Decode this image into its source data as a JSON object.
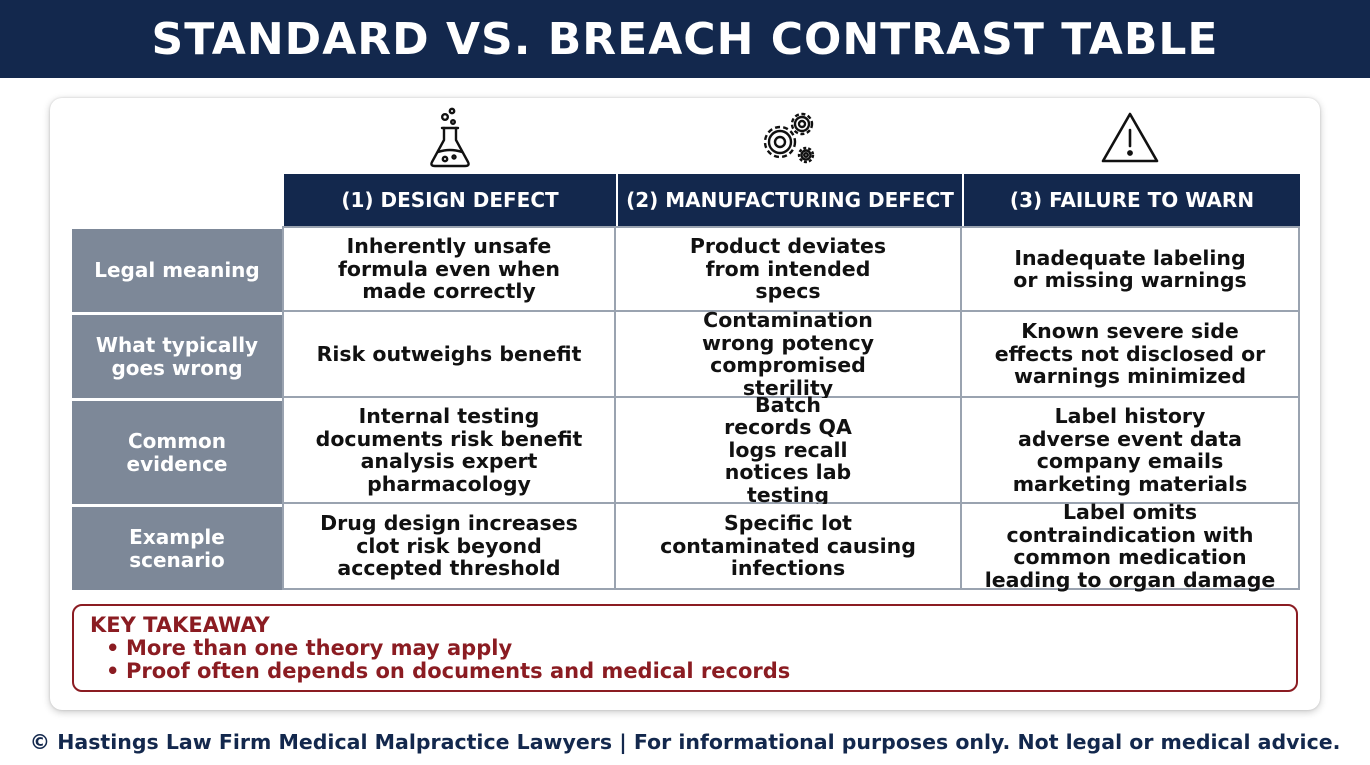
{
  "header": {
    "title": "STANDARD VS. BREACH CONTRAST TABLE"
  },
  "colors": {
    "navy": "#13284d",
    "row_header_gray": "#7d8898",
    "takeaway_red": "#8b1c22"
  },
  "table": {
    "columns": [
      {
        "label": "(1) DESIGN DEFECT",
        "icon": "flask-icon"
      },
      {
        "label": "(2) MANUFACTURING DEFECT",
        "icon": "gears-icon"
      },
      {
        "label": "(3) FAILURE TO WARN",
        "icon": "warning-icon"
      }
    ],
    "rows": [
      {
        "label": "Legal meaning",
        "cells": [
          "Inherently unsafe formula even when made correctly",
          "Product deviates from intended specs",
          "Inadequate labeling or missing warnings"
        ]
      },
      {
        "label": "What typically goes wrong",
        "cells": [
          "Risk outweighs benefit",
          "Contamination wrong potency compromised sterility",
          "Known severe side effects not disclosed or warnings minimized"
        ]
      },
      {
        "label": "Common evidence",
        "cells": [
          "Internal testing documents risk benefit analysis expert pharmacology",
          "Batch records QA logs recall notices lab testing",
          "Label history adverse event data company emails marketing materials"
        ]
      },
      {
        "label": "Example scenario",
        "cells": [
          "Drug design increases clot risk beyond accepted threshold",
          "Specific lot contaminated causing infections",
          "Label omits contraindication with common medication leading to organ damage"
        ]
      }
    ]
  },
  "takeaway": {
    "title": "KEY TAKEAWAY",
    "items": [
      "More than one theory may apply",
      "Proof often depends on documents and medical records"
    ]
  },
  "footer": {
    "text": "© Hastings Law Firm Medical Malpractice Lawyers | For informational purposes only. Not legal or medical advice."
  }
}
